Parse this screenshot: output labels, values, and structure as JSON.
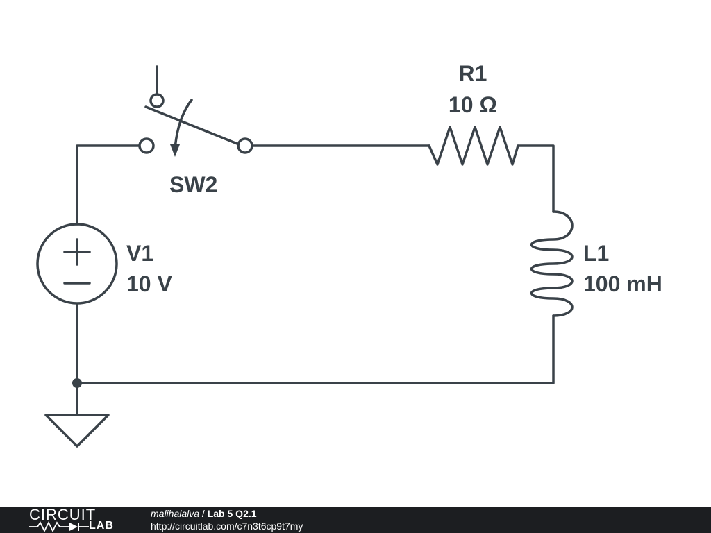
{
  "components": {
    "switch": {
      "designator": "SW2"
    },
    "resistor": {
      "designator": "R1",
      "value": "10 Ω"
    },
    "source": {
      "designator": "V1",
      "value": "10 V",
      "plus": "+",
      "minus": "−"
    },
    "inductor": {
      "designator": "L1",
      "value": "100 mH"
    }
  },
  "footer": {
    "logo_top": "CIRCUIT",
    "logo_bottom": "LAB",
    "author": "malihalalva",
    "separator": " / ",
    "title": "Lab 5 Q2.1",
    "url": "http://circuitlab.com/c7n3t6cp9t7my"
  },
  "colors": {
    "ink": "#3a4249",
    "footer_bg": "#1c1e21",
    "footer_text": "#ffffff"
  }
}
